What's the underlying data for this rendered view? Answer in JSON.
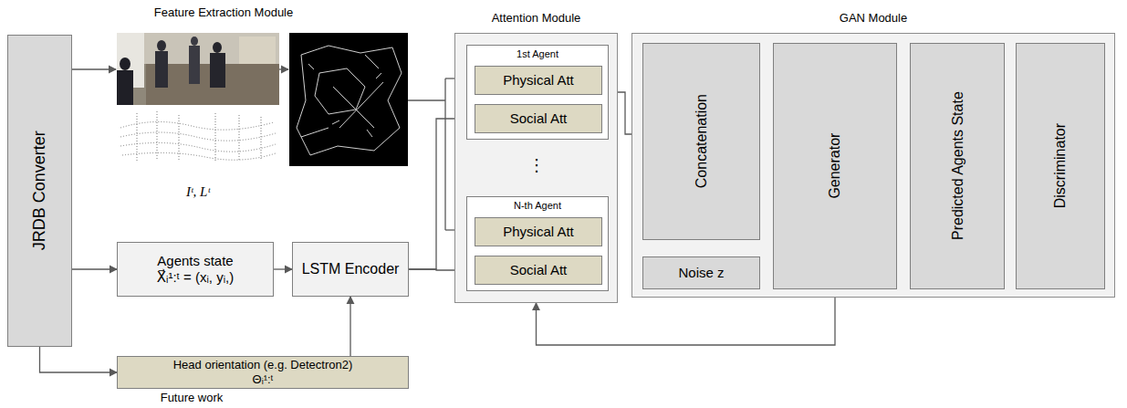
{
  "diagram": {
    "nodes": [
      {
        "text": [
          "JRDB Converter"
        ]
      },
      {
        "text": [
          "Agents state",
          "X⃗ᵢ¹:ᵗ = (xᵢ, yᵢ,)"
        ]
      },
      {
        "text": [
          "LSTM Encoder"
        ]
      },
      {
        "text": [
          "Head orientation (e.g. Detectron2)",
          "Θᵢ¹:ᵗ"
        ]
      },
      {
        "text": [
          "Attention Module"
        ]
      },
      {
        "text": [
          "1st Agent"
        ],
        "in": 4
      },
      {
        "text": [
          "Physical Att"
        ],
        "in": 5
      },
      {
        "text": [
          "Social Att"
        ],
        "in": 5
      },
      {
        "text": [
          "N-th Agent"
        ],
        "in": 4
      },
      {
        "text": [
          "Physical Att"
        ],
        "in": 8
      },
      {
        "text": [
          "Social Att"
        ],
        "in": 8
      },
      {
        "text": [
          "GAN Module"
        ]
      },
      {
        "text": [
          "Concatenation"
        ],
        "in": 11
      },
      {
        "text": [
          "Noise z"
        ],
        "in": 11
      },
      {
        "text": [
          "Generator"
        ],
        "in": 11
      },
      {
        "text": [
          "Predicted Agents State"
        ],
        "in": 11
      },
      {
        "text": [
          "Discriminator"
        ],
        "in": 11
      }
    ],
    "edges": [
      {
        "from": 0,
        "to": 1,
        "arrow": "to"
      },
      {
        "from": 0,
        "to": 3,
        "arrow": "to"
      },
      {
        "from": 1,
        "to": 2,
        "arrow": "to"
      },
      {
        "from": 3,
        "to": 2,
        "arrow": "to"
      },
      {
        "from": 2,
        "to": 7,
        "arrow": "to"
      },
      {
        "from": 2,
        "to": 10,
        "arrow": "to"
      },
      {
        "from": 5,
        "to": 12,
        "arrow": "to"
      },
      {
        "from": 13,
        "to": 12,
        "arrow": "to"
      },
      {
        "from": 12,
        "to": 14,
        "arrow": "to"
      },
      {
        "from": 14,
        "to": 15,
        "arrow": "to"
      },
      {
        "from": 15,
        "to": 16,
        "arrow": "to"
      },
      {
        "from": 14,
        "to": 4,
        "arrow": "to"
      }
    ],
    "labels": [
      "Feature Extraction Module",
      "Iᵗ, Lᵗ",
      "⋮",
      "Future work"
    ]
  }
}
